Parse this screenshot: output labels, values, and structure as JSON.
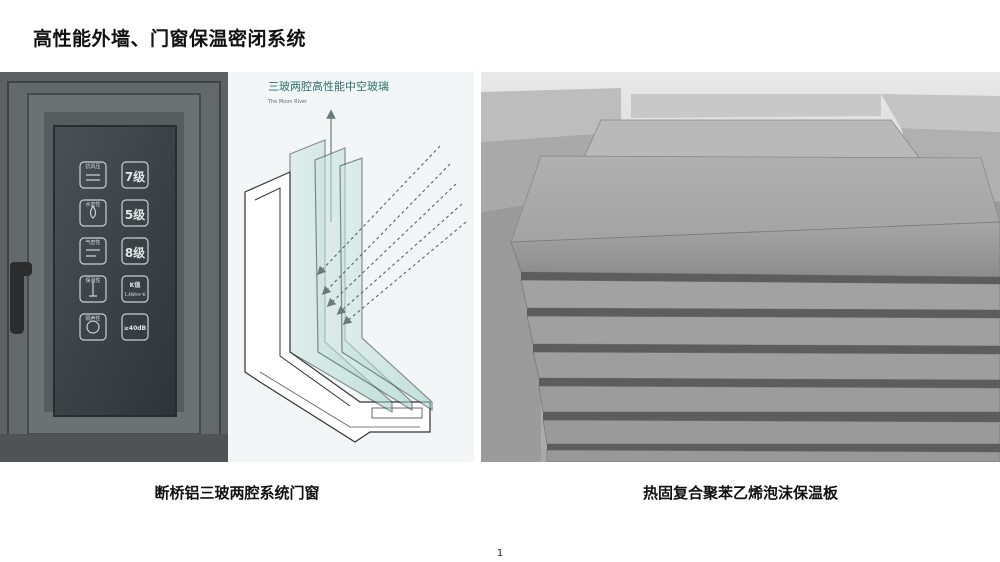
{
  "page": {
    "title": "高性能外墙、门窗保温密闭系统",
    "page_number": "1"
  },
  "left_figure": {
    "caption": "断桥铝三玻两腔系统门窗",
    "diagram_label": "三玻两腔高性能中空玻璃",
    "brand_text": "The Moon River",
    "control_panel": {
      "labels": [
        "抗风压",
        "水密性",
        "气密性",
        "保温性",
        "隔声性"
      ],
      "grades": [
        "7级",
        "5级",
        "8级",
        "K值",
        "≥40dB"
      ],
      "k_value_text": "1.4W/m²·K"
    }
  },
  "right_figure": {
    "caption": "热固复合聚苯乙烯泡沫保温板"
  },
  "colors": {
    "frame": "#55595b",
    "glass": "#3e4347",
    "insulation_board": "#9c9c9c"
  }
}
